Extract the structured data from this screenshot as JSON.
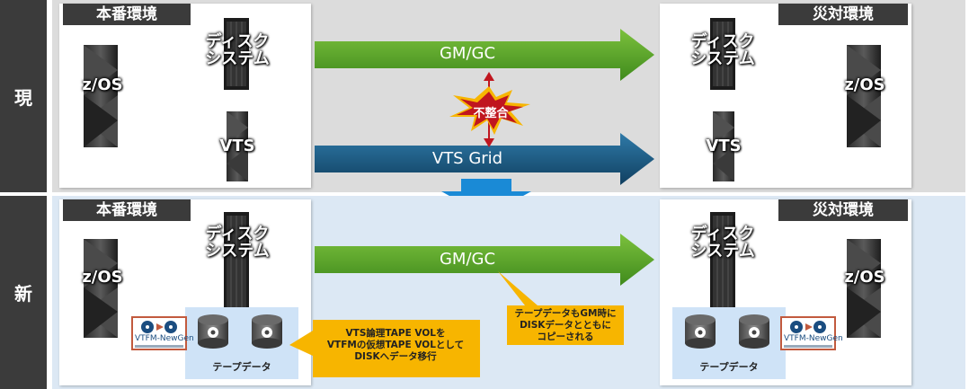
{
  "rows": {
    "current": {
      "label": "現"
    },
    "new": {
      "label": "新"
    }
  },
  "current": {
    "prod": {
      "title": "本番環境",
      "zos": "z/OS",
      "disk": "ディスク\nシステム",
      "vts": "VTS"
    },
    "dr": {
      "title": "災対環境",
      "zos": "z/OS",
      "disk": "ディスク\nシステム",
      "vts": "VTS"
    },
    "gmgc_arrow": "GM/GC",
    "vts_grid_arrow": "VTS Grid",
    "mismatch_label": "不整合"
  },
  "new": {
    "prod": {
      "title": "本番環境",
      "zos": "z/OS",
      "disk": "ディスク\nシステム",
      "tape_data": "テープデータ",
      "logo": "VTFM-NewGen"
    },
    "dr": {
      "title": "災対環境",
      "zos": "z/OS",
      "disk": "ディスク\nシステム",
      "tape_data": "テープデータ",
      "logo": "VTFM-NewGen"
    },
    "gmgc_arrow": "GM/GC",
    "callout_migration": "VTS論理TAPE VOLを\nVTFMの仮想TAPE VOLとして\nDISKへデータ移行",
    "callout_copy": "テープデータもGM時に\nDISKデータとともに\nコピーされる"
  },
  "colors": {
    "dark": "#3b3b3b",
    "current_bg": "#dcdcdc",
    "new_bg": "#dce8f4",
    "green_arrow": "#5aa32a",
    "blue_arrow": "#1d5d86",
    "down_arrow": "#1a8ad6",
    "callout": "#f7b500",
    "burst": "#c0161f"
  },
  "icons": {
    "mainframe": "mainframe-server-icon",
    "disk": "disk-storage-icon",
    "tape": "tape-cylinder-icon",
    "mismatch": "explosion-burst-icon"
  }
}
